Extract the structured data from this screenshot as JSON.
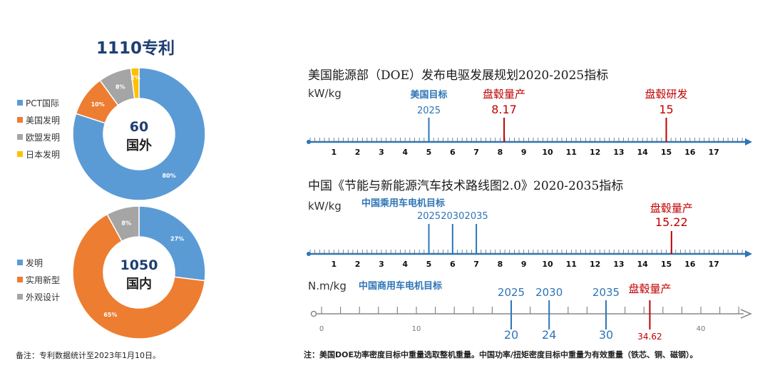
{
  "left_panel": {
    "title_number": "1110",
    "title_suffix": "专利",
    "note": "备注：专利数据统计至2023年1月10日。"
  },
  "chart_data": [
    {
      "type": "pie",
      "variant": "donut",
      "center_value": "60",
      "center_label": "国外",
      "legend_position": "left",
      "slices": [
        {
          "name": "PCT国际",
          "value": 80,
          "label": "80%",
          "color": "#5b9bd5"
        },
        {
          "name": "美国发明",
          "value": 10,
          "label": "10%",
          "color": "#ed7d31"
        },
        {
          "name": "欧盟发明",
          "value": 8,
          "label": "8%",
          "color": "#a5a5a5"
        },
        {
          "name": "日本发明",
          "value": 2,
          "label": "2%",
          "color": "#ffc000"
        }
      ]
    },
    {
      "type": "pie",
      "variant": "donut",
      "center_value": "1050",
      "center_label": "国内",
      "legend_position": "left",
      "slices": [
        {
          "name": "发明",
          "value": 27,
          "label": "27%",
          "color": "#5b9bd5"
        },
        {
          "name": "实用新型",
          "value": 65,
          "label": "65%",
          "color": "#ed7d31"
        },
        {
          "name": "外观设计",
          "value": 8,
          "label": "8%",
          "color": "#a5a5a5"
        }
      ]
    },
    {
      "type": "number-line",
      "title": "美国能源部（DOE）发布电驱发展规划2020-2025指标",
      "unit": "kW/kg",
      "axis_min": 0,
      "axis_max": 18,
      "ticks": [
        1,
        2,
        3,
        4,
        5,
        6,
        7,
        8,
        9,
        10,
        11,
        12,
        13,
        14,
        15,
        16,
        17
      ],
      "markers": [
        {
          "value": 5,
          "top_label": "美国目标",
          "year": "2025",
          "color": "#2e75b6"
        },
        {
          "value": 8.17,
          "top_label": "盘毂量产",
          "value_label": "8.17",
          "color": "#c00000"
        },
        {
          "value": 15,
          "top_label": "盘毂研发",
          "value_label": "15",
          "color": "#c00000"
        }
      ]
    },
    {
      "type": "number-line",
      "title": "中国《节能与新能源汽车技术路线图2.0》2020-2035指标",
      "unit": "kW/kg",
      "axis_min": 0,
      "axis_max": 18,
      "ticks": [
        1,
        2,
        3,
        4,
        5,
        6,
        7,
        8,
        9,
        10,
        11,
        12,
        13,
        14,
        15,
        16,
        17
      ],
      "group_label": "中国乘用车电机目标",
      "markers": [
        {
          "value": 5,
          "year": "2025",
          "color": "#2e75b6"
        },
        {
          "value": 6,
          "year": "2030",
          "color": "#2e75b6"
        },
        {
          "value": 7,
          "year": "2035",
          "color": "#2e75b6"
        },
        {
          "value": 15.22,
          "top_label": "盘毂量产",
          "value_label": "15.22",
          "color": "#c00000"
        }
      ]
    },
    {
      "type": "number-line",
      "unit": "N.m/kg",
      "axis_min": 0,
      "axis_max": 45,
      "tick_labels": [
        0,
        10,
        40
      ],
      "group_label": "中国商用车电机目标",
      "markers": [
        {
          "value": 20,
          "year": "2025",
          "value_label": "20",
          "color": "#2e75b6"
        },
        {
          "value": 24,
          "year": "2030",
          "value_label": "24",
          "color": "#2e75b6"
        },
        {
          "value": 30,
          "year": "2035",
          "value_label": "30",
          "color": "#2e75b6"
        },
        {
          "value": 34.62,
          "top_label": "盘毂量产",
          "value_label": "34.62",
          "color": "#c00000"
        }
      ]
    }
  ],
  "right_panel": {
    "note": "注：美国DOE功率密度目标中重量选取整机重量。中国功率/扭矩密度目标中重量为有效重量（铁芯、铜、磁钢）。"
  }
}
